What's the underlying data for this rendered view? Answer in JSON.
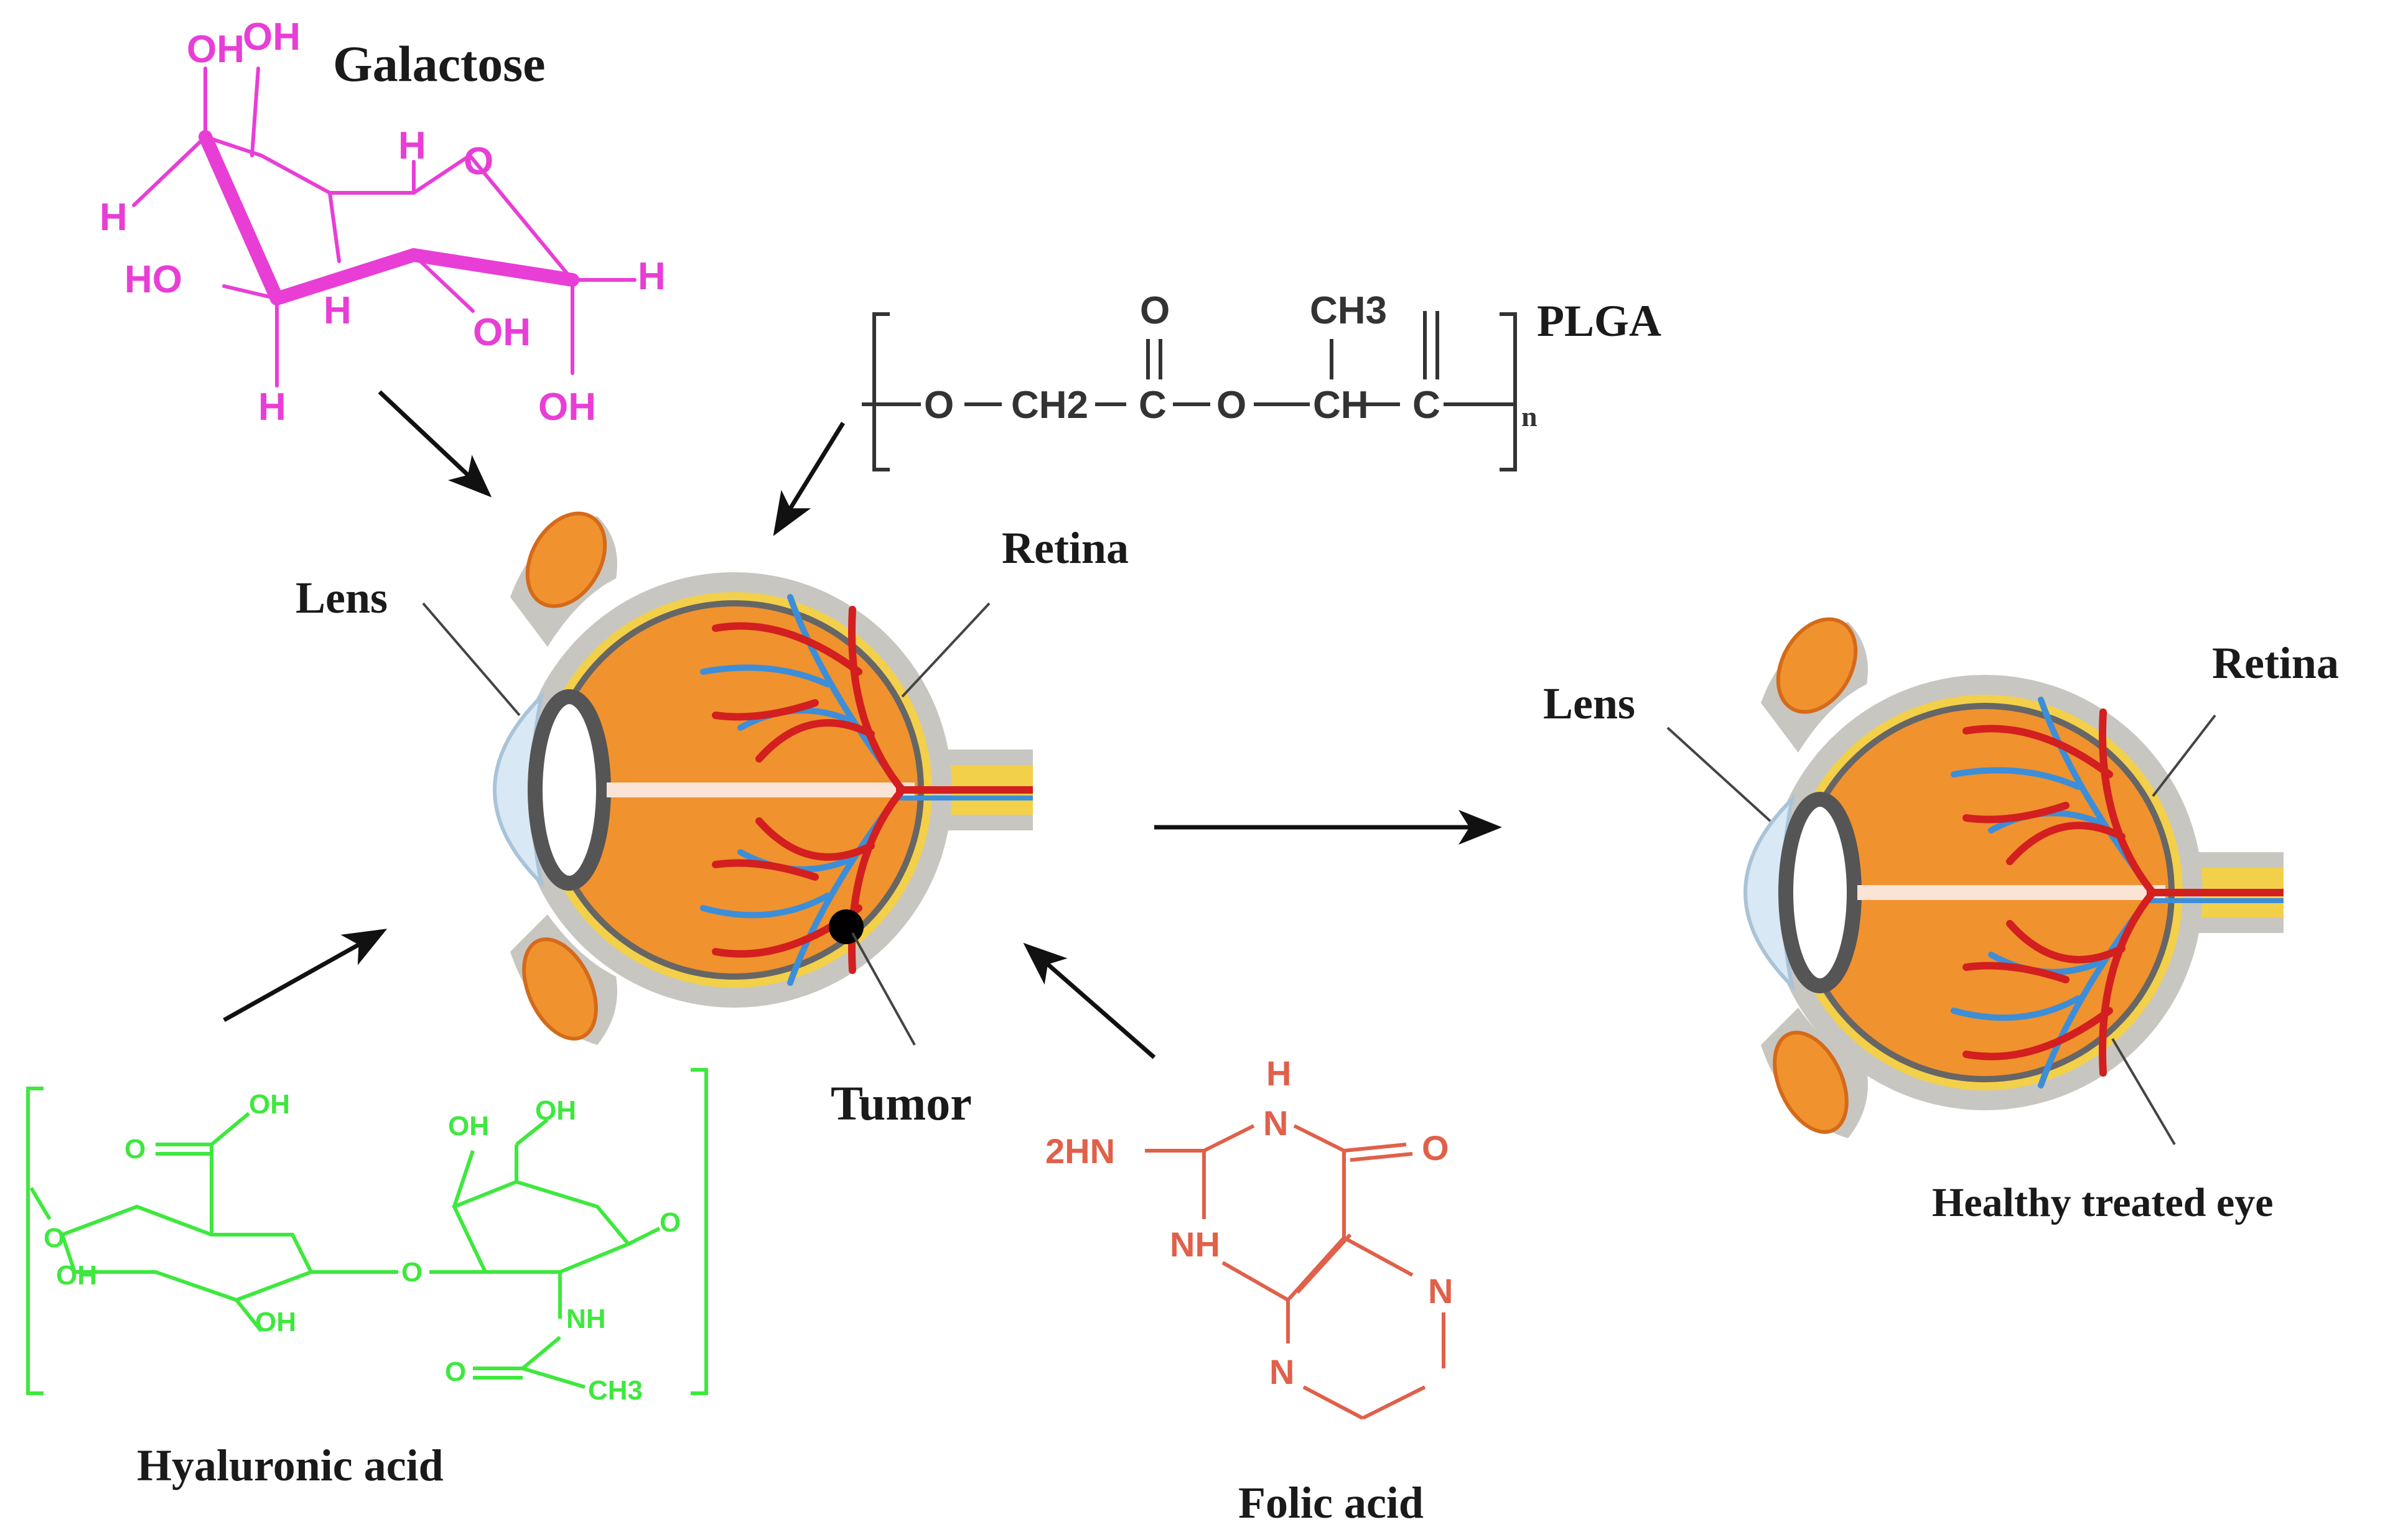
{
  "colors": {
    "galactose": "#e83ed6",
    "hyaluronic": "#3ee83e",
    "folic": "#e0604a",
    "plga": "#333333",
    "label": "#1a1a1a",
    "eye_orange": "#f0922e",
    "artery": "#d31f1f",
    "vein": "#3d8ed8",
    "sclera": "#c8c6c0",
    "lens_blue": "#d8e8f4",
    "tumor": "#000000"
  },
  "molecules": {
    "galactose": {
      "name": "Galactose",
      "atoms": {
        "oh1": "OH",
        "oh2": "OH",
        "h1": "H",
        "h2": "H",
        "o_ring": "O",
        "ho": "HO",
        "h3": "H",
        "h4": "H",
        "oh3": "OH",
        "oh4": "OH",
        "h5": "H"
      }
    },
    "plga": {
      "name": "PLGA",
      "atoms": {
        "o_top": "O",
        "ch3": "CH3",
        "chain_o1": "O",
        "ch2": "CH2",
        "c1": "C",
        "chain_o2": "O",
        "ch": "CH",
        "c2": "C",
        "n": "n"
      }
    },
    "hyaluronic_acid": {
      "name": "Hyaluronic acid",
      "atoms": {
        "oh_top1": "OH",
        "o_eq": "O",
        "oh_top2": "OH",
        "oh_top3": "OH",
        "o_left": "O",
        "oh_left": "OH",
        "o_bridge": "O",
        "o_right": "O",
        "oh_bottom": "OH",
        "nh": "NH",
        "o_amide": "O",
        "ch3": "CH3"
      }
    },
    "folic_acid": {
      "name": "Folic acid",
      "atoms": {
        "hn2": "2HN",
        "h_top": "H",
        "n_top": "N",
        "o": "O",
        "nh": "NH",
        "n_right": "N",
        "n_bottom": "N"
      }
    }
  },
  "eye_left": {
    "lens": "Lens",
    "retina": "Retina",
    "tumor": "Tumor"
  },
  "eye_right": {
    "lens": "Lens",
    "retina": "Retina",
    "caption": "Healthy treated eye"
  }
}
